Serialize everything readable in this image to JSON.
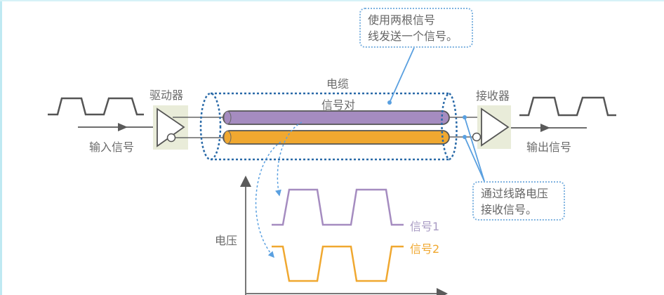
{
  "labels": {
    "driver": "驱动器",
    "receiver": "接收器",
    "input_signal": "输入信号",
    "output_signal": "输出信号",
    "cable": "电缆",
    "signal_pair": "信号对",
    "voltage": "电压",
    "signal1": "信号1",
    "signal2": "信号2"
  },
  "callouts": {
    "top_line1": "使用两根信号",
    "top_line2": "线发送一个信号。",
    "bottom_line1": "通过线路电压",
    "bottom_line2": "接收信号。"
  },
  "colors": {
    "signal1": "#a58cc0",
    "signal2": "#f0a830",
    "cable_outline": "#2a6aa8",
    "callout": "#5aa0e0",
    "box": "#e9ecd9"
  }
}
